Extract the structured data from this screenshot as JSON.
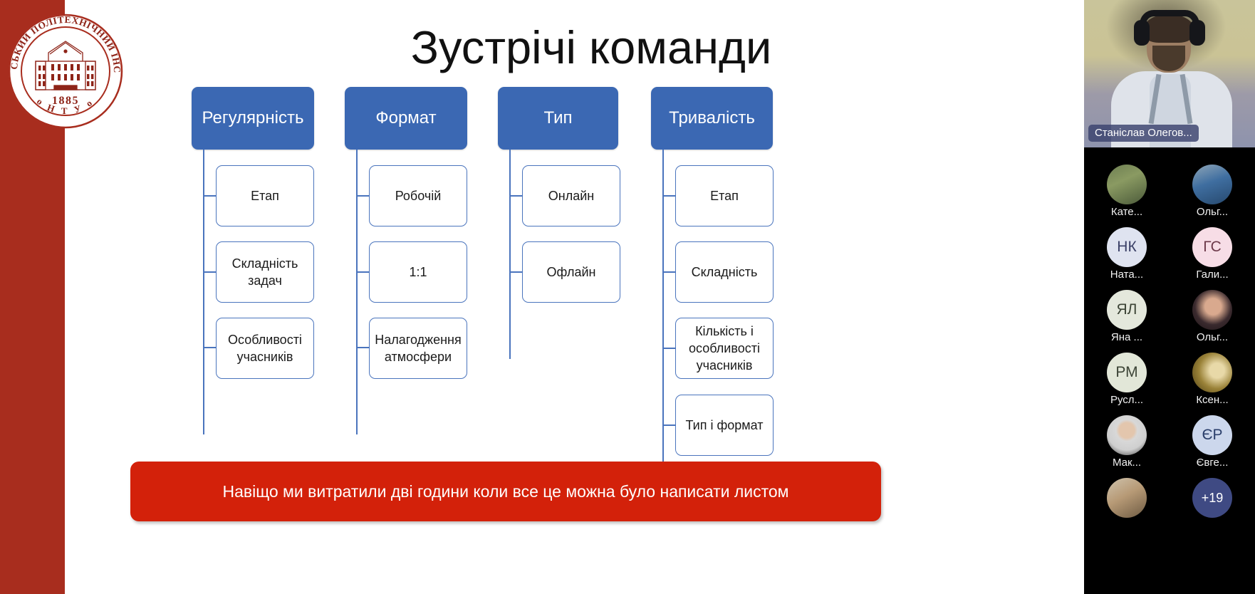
{
  "slide": {
    "title": "Зустрічі команди",
    "logo": {
      "outer_text": "ХАРКІВСЬКИЙ ПОЛІТЕХНІЧНИЙ ІНСТИТУТ",
      "year": "1885",
      "sub": "Н Т У",
      "color": "#a82d1e"
    },
    "stripe_color": "#a82d1e",
    "banner": {
      "text": "Навіщо ми витратили дві години коли все це можна було написати листом",
      "color": "#d3210a"
    }
  },
  "diagram": {
    "header_color": "#3b68b3",
    "node_border_color": "#4a74bd",
    "columns": [
      {
        "header": "Регулярність",
        "nodes": [
          "Етап",
          "Складність задач",
          "Особливості учасників"
        ]
      },
      {
        "header": "Формат",
        "nodes": [
          "Робочій",
          "1:1",
          "Налагодження атмосфери"
        ]
      },
      {
        "header": "Тип",
        "nodes": [
          "Онлайн",
          "Офлайн"
        ]
      },
      {
        "header": "Тривалість",
        "nodes": [
          "Етап",
          "Складність",
          "Кількість і особливості учасників",
          "Тип і формат"
        ]
      }
    ]
  },
  "call_panel": {
    "speaker": {
      "name": "Станіслав Олегов..."
    },
    "participants": [
      {
        "name": "Кате...",
        "initials": "",
        "photo": true,
        "bg": "#6b7a55",
        "fg": "#ffffff"
      },
      {
        "name": "Ольг...",
        "initials": "",
        "photo": true,
        "bg": "#4a6f8c",
        "fg": "#ffffff"
      },
      {
        "name": "Ната...",
        "initials": "НК",
        "photo": false,
        "bg": "#dfe3f0",
        "fg": "#3a3f66"
      },
      {
        "name": "Гали...",
        "initials": "ГС",
        "photo": false,
        "bg": "#f7dde6",
        "fg": "#6d3a4a"
      },
      {
        "name": "Яна ...",
        "initials": "ЯЛ",
        "photo": false,
        "bg": "#e4e8dc",
        "fg": "#3c4436"
      },
      {
        "name": "Ольг...",
        "initials": "",
        "photo": true,
        "bg": "#3a2a2e",
        "fg": "#ffffff"
      },
      {
        "name": "Русл...",
        "initials": "РМ",
        "photo": false,
        "bg": "#e2e7d8",
        "fg": "#3c4436"
      },
      {
        "name": "Ксен...",
        "initials": "",
        "photo": true,
        "bg": "#8c7734",
        "fg": "#ffffff"
      },
      {
        "name": "Мак...",
        "initials": "",
        "photo": true,
        "bg": "#d9d9d9",
        "fg": "#222222"
      },
      {
        "name": "Євге...",
        "initials": "ЄР",
        "photo": false,
        "bg": "#ccd7ec",
        "fg": "#2b3f6b"
      },
      {
        "name": "",
        "initials": "",
        "photo": true,
        "bg": "#7b6a55",
        "fg": "#ffffff"
      },
      {
        "name": "",
        "initials": "+19",
        "photo": false,
        "bg": "#3f4a83",
        "fg": "#ffffff",
        "is_more": true
      }
    ],
    "overflow_label": "+19"
  }
}
